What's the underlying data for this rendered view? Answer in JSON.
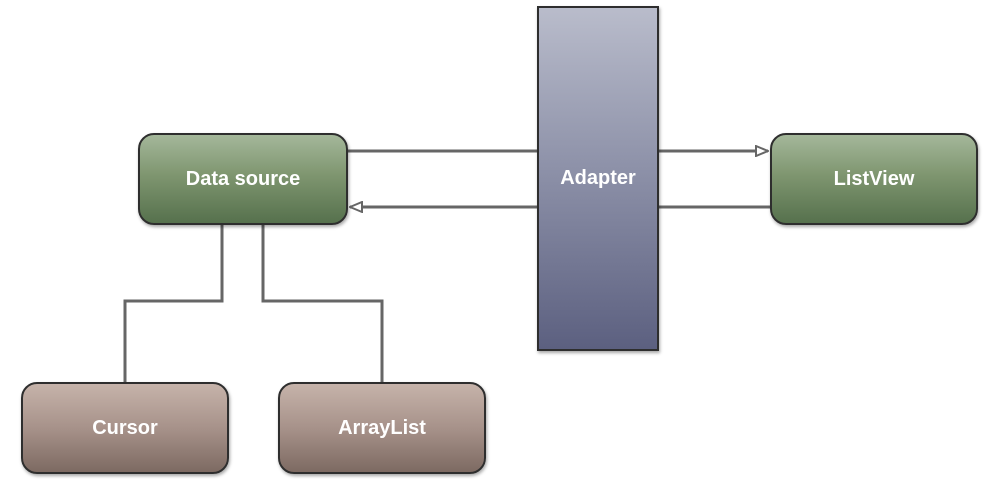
{
  "nodes": {
    "data_source": {
      "label": "Data source"
    },
    "adapter": {
      "label": "Adapter"
    },
    "listview": {
      "label": "ListView"
    },
    "cursor": {
      "label": "Cursor"
    },
    "arraylist": {
      "label": "ArrayList"
    }
  },
  "edges": [
    {
      "from": "Data source",
      "to": "Adapter",
      "style": "line"
    },
    {
      "from": "Adapter",
      "to": "ListView",
      "style": "open-arrow"
    },
    {
      "from": "ListView",
      "to": "Adapter",
      "style": "line"
    },
    {
      "from": "Adapter",
      "to": "Data source",
      "style": "open-arrow"
    },
    {
      "from": "Data source",
      "to": "Cursor",
      "style": "line"
    },
    {
      "from": "Data source",
      "to": "ArrayList",
      "style": "line"
    }
  ],
  "colors": {
    "green_node": "#7f9670",
    "brown_node": "#a7928a",
    "adapter_node": "#8f93aa",
    "connector": "#666666",
    "border": "#2e2e2e"
  }
}
